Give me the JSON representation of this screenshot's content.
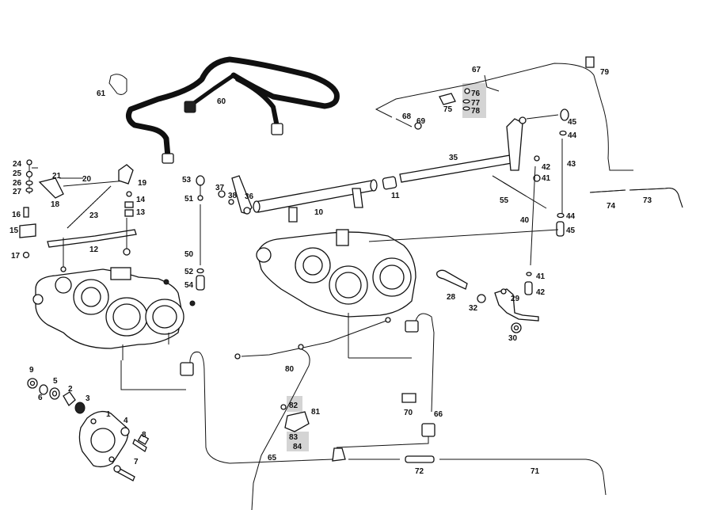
{
  "labels": {
    "l1": "1",
    "l2": "2",
    "l3": "3",
    "l4": "4",
    "l5": "5",
    "l6": "6",
    "l7": "7",
    "l8": "8",
    "l9": "9",
    "l10": "10",
    "l11": "11",
    "l12": "12",
    "l13": "13",
    "l14": "14",
    "l15": "15",
    "l16": "16",
    "l17": "17",
    "l18": "18",
    "l19": "19",
    "l20": "20",
    "l21": "21",
    "l23": "23",
    "l24": "24",
    "l25": "25",
    "l26": "26",
    "l27": "27",
    "l28": "28",
    "l29": "29",
    "l30": "30",
    "l32": "32",
    "l35": "35",
    "l36": "36",
    "l37": "37",
    "l38": "38",
    "l40": "40",
    "l41a": "41",
    "l41b": "41",
    "l42a": "42",
    "l42b": "42",
    "l43": "43",
    "l44a": "44",
    "l44b": "44",
    "l45a": "45",
    "l45b": "45",
    "l50": "50",
    "l51": "51",
    "l52": "52",
    "l53": "53",
    "l54": "54",
    "l55": "55",
    "l60": "60",
    "l61": "61",
    "l65": "65",
    "l66": "66",
    "l67": "67",
    "l68": "68",
    "l69": "69",
    "l70": "70",
    "l71": "71",
    "l72": "72",
    "l73": "73",
    "l74": "74",
    "l75": "75",
    "l76": "76",
    "l77": "77",
    "l78": "78",
    "l79": "79",
    "l80": "80",
    "l81": "81",
    "l82": "82",
    "l83": "83",
    "l84": "84"
  },
  "highlight_color": "#d4d4d4",
  "line_color": "#111111"
}
